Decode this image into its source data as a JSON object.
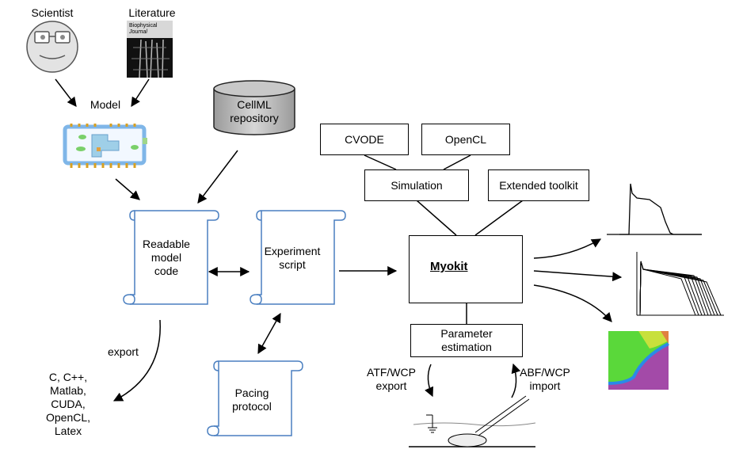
{
  "top": {
    "scientist": "Scientist",
    "literature": "Literature",
    "journal_line1": "Biophysical",
    "journal_line2": "Journal",
    "model": "Model"
  },
  "repository": "CellML\nrepository",
  "scrolls": {
    "model_code": "Readable\nmodel\ncode",
    "experiment": "Experiment\nscript",
    "pacing": "Pacing\nprotocol"
  },
  "export": {
    "label": "export",
    "targets": "C, C++,\nMatlab,\nCUDA,\nOpenCL,\nLatex"
  },
  "boxes": {
    "cvode": "CVODE",
    "opencl": "OpenCL",
    "simulation": "Simulation",
    "extended": "Extended toolkit",
    "myokit": "Myokit",
    "param": "Parameter\nestimation"
  },
  "io": {
    "atf": "ATF/WCP\nexport",
    "abf": "ABF/WCP\nimport"
  }
}
